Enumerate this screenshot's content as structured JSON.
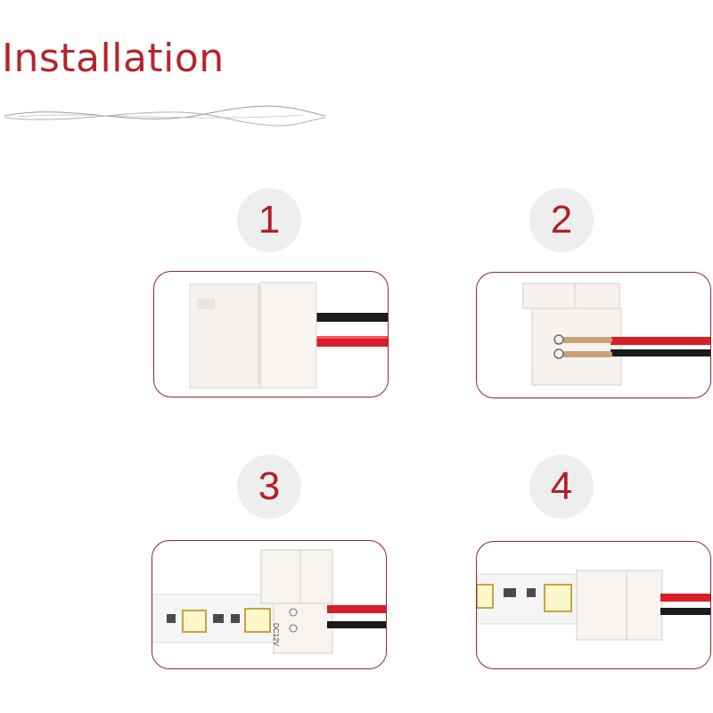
{
  "header": {
    "title": "Installation"
  },
  "steps": [
    {
      "number": "1"
    },
    {
      "number": "2"
    },
    {
      "number": "3"
    },
    {
      "number": "4"
    }
  ],
  "strip": {
    "voltage_label": "DC12V"
  },
  "colors": {
    "accent": "#b3262c",
    "frame_border": "#8e2a2e",
    "circle_bg": "#eeeeee",
    "wire_red": "#d81e2a",
    "wire_black": "#1b1b1b"
  }
}
